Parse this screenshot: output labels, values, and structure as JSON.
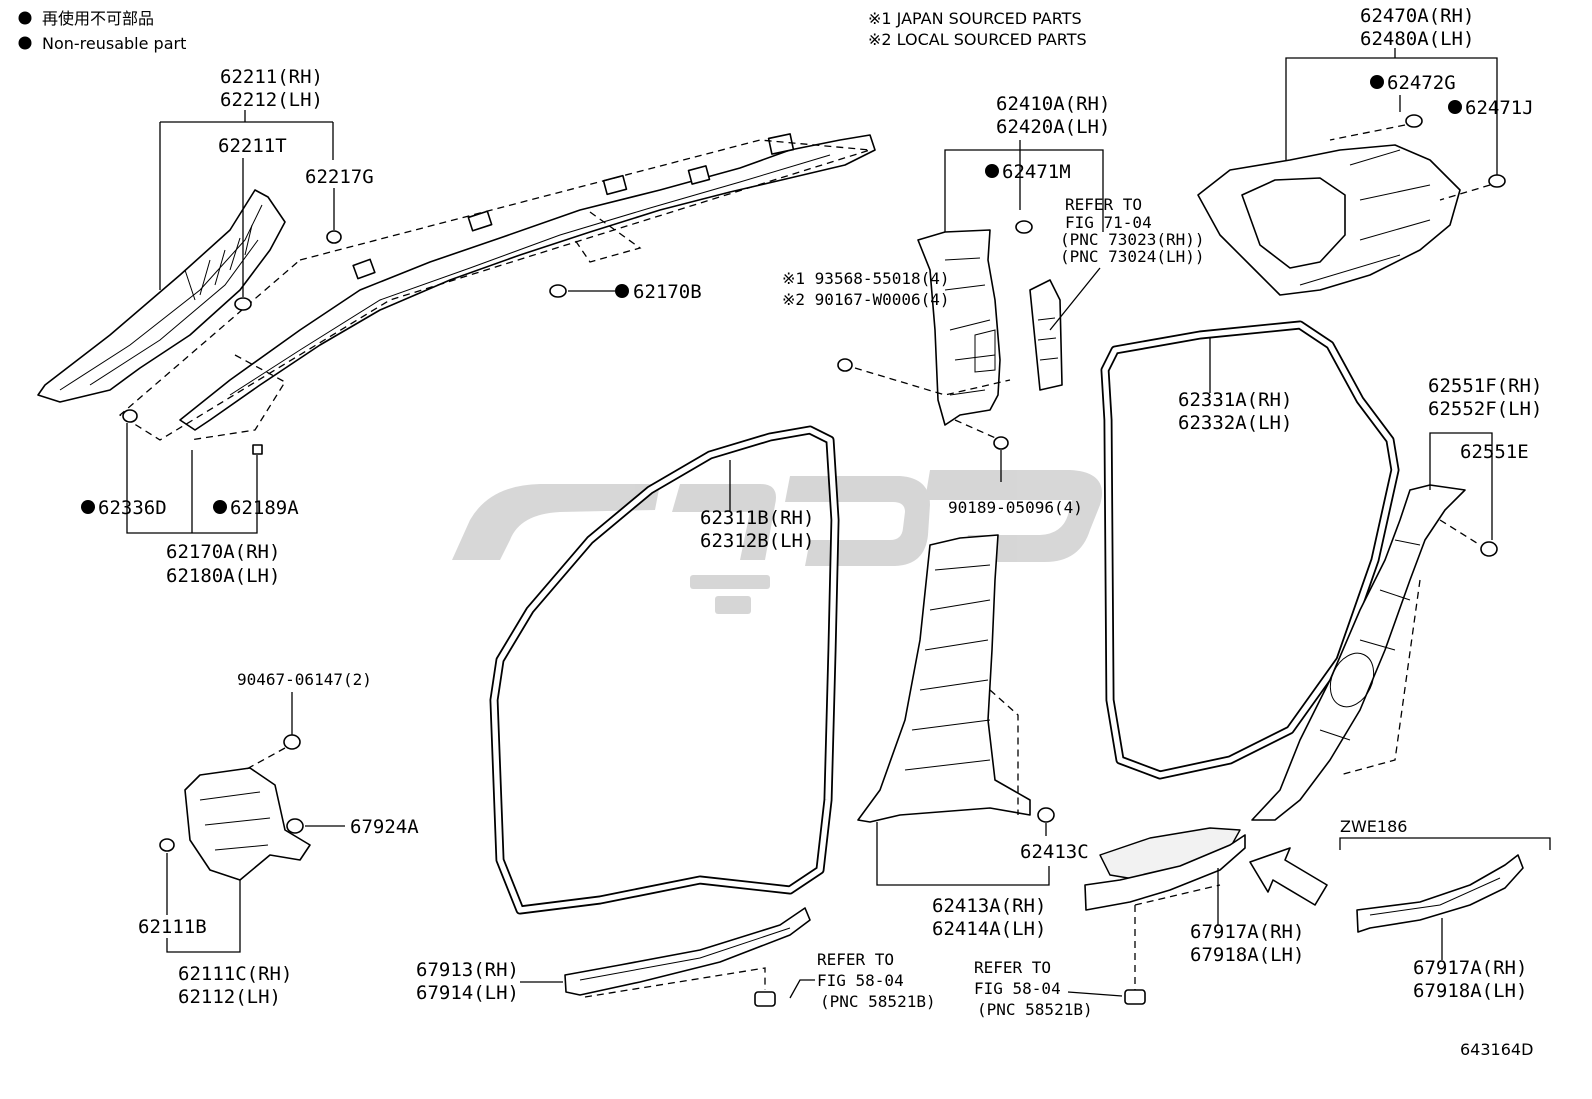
{
  "legend": {
    "jp": "再使用不可部品",
    "en": "Non-reusable part"
  },
  "notes": {
    "n1": "※1 JAPAN SOURCED PARTS",
    "n2": "※2 LOCAL SOURCED PARTS"
  },
  "figure_id": "643164D",
  "variant_label": "ZWE186",
  "labels": {
    "p62211": [
      "62211(RH)",
      "62212(LH)"
    ],
    "p62211T": "62211T",
    "p62217G": "62217G",
    "p62170B": "62170B",
    "p62336D": "62336D",
    "p62189A": "62189A",
    "p62170A": [
      "62170A(RH)",
      "62180A(LH)"
    ],
    "p62410A": [
      "62410A(RH)",
      "62420A(LH)"
    ],
    "p62471M": "62471M",
    "refer71": [
      "REFER TO",
      "FIG 71-04",
      "(PNC 73023(RH))",
      "(PNC 73024(LH))"
    ],
    "bolts": [
      "※1 93568-55018(4)",
      "※2 90167-W0006(4)"
    ],
    "p90189": "90189-05096(4)",
    "p62470A": [
      "62470A(RH)",
      "62480A(LH)"
    ],
    "p62472G": "62472G",
    "p62471J": "62471J",
    "p62331A": [
      "62331A(RH)",
      "62332A(LH)"
    ],
    "p62311B": [
      "62311B(RH)",
      "62312B(LH)"
    ],
    "p62551F": [
      "62551F(RH)",
      "62552F(LH)"
    ],
    "p62551E": "62551E",
    "p90467": "90467-06147(2)",
    "p67924A": "67924A",
    "p62111B": "62111B",
    "p62111C": [
      "62111C(RH)",
      "62112(LH)"
    ],
    "p62413C": "62413C",
    "p62413A": [
      "62413A(RH)",
      "62414A(LH)"
    ],
    "p67913": [
      "67913(RH)",
      "67914(LH)"
    ],
    "refer58a": [
      "REFER TO",
      "FIG 58-04",
      "(PNC 58521B)"
    ],
    "refer58b": [
      "REFER TO",
      "FIG 58-04",
      "(PNC 58521B)"
    ],
    "p67917A_a": [
      "67917A(RH)",
      "67918A(LH)"
    ],
    "p67917A_b": [
      "67917A(RH)",
      "67918A(LH)"
    ]
  }
}
